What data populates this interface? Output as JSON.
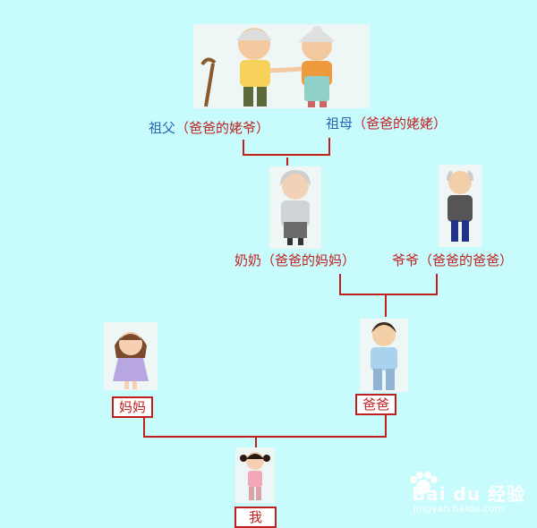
{
  "nodes": {
    "great_grandfather": {
      "name": "祖父",
      "relation": "（爸爸的姥爷）"
    },
    "great_grandmother": {
      "name": "祖母",
      "relation": "（爸爸的姥姥）"
    },
    "grandmother": {
      "label": "奶奶（爸爸的妈妈）"
    },
    "grandfather": {
      "label": "爷爷（爸爸的爸爸）"
    },
    "mother": {
      "label": "妈妈"
    },
    "father": {
      "label": "爸爸"
    },
    "me": {
      "label": "我"
    }
  },
  "watermark": {
    "brand": "Bai du 经验",
    "url": "jingyan.baidu.com"
  },
  "colors": {
    "line": "#c01f1f",
    "blue_text": "#2a64b5",
    "red_text": "#c01f1f",
    "background": "#c8fbfc"
  }
}
